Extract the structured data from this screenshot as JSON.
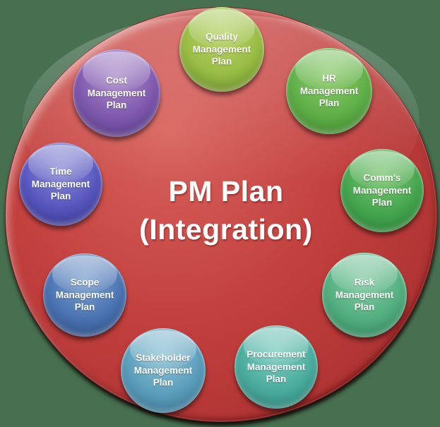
{
  "background_color": "#477050",
  "hub": {
    "title_line1": "PM Plan",
    "title_line2": "(Integration)",
    "text_color": "#ffffff",
    "colors": {
      "light": "#d8625c",
      "mid": "#c13f3d",
      "dark": "#a02c2c"
    }
  },
  "satellites": [
    {
      "label": "Quality\nManagement\nPlan",
      "colors": {
        "light": "#b9d36a",
        "mid": "#98bd44",
        "dark": "#739c2d"
      }
    },
    {
      "label": "HR\nManagement\nPlan",
      "colors": {
        "light": "#8ccb6c",
        "mid": "#5faf47",
        "dark": "#459636"
      }
    },
    {
      "label": "Comm’s\nManagement\nPlan",
      "colors": {
        "light": "#7bc66f",
        "mid": "#44a54e",
        "dark": "#2f8f3c"
      }
    },
    {
      "label": "Risk\nManagement\nPlan",
      "colors": {
        "light": "#85cca4",
        "mid": "#52af7f",
        "dark": "#369468"
      }
    },
    {
      "label": "Procurement\nManagement\nPlan",
      "colors": {
        "light": "#7fcdc0",
        "mid": "#4aac9e",
        "dark": "#338e84"
      }
    },
    {
      "label": "Stakeholder\nManagement\nPlan",
      "colors": {
        "light": "#8fc3d6",
        "mid": "#5a9dbb",
        "dark": "#3f7fa0"
      }
    },
    {
      "label": "Scope\nManagement\nPlan",
      "colors": {
        "light": "#7fa3d0",
        "mid": "#4a73b2",
        "dark": "#33558e"
      }
    },
    {
      "label": "Time\nManagement\nPlan",
      "colors": {
        "light": "#8c8cd8",
        "mid": "#5756be",
        "dark": "#3c3c9e"
      }
    },
    {
      "label": "Cost\nManagement\nPlan",
      "colors": {
        "light": "#ac8ccb",
        "mid": "#7e58ae",
        "dark": "#5e3f92"
      }
    }
  ]
}
